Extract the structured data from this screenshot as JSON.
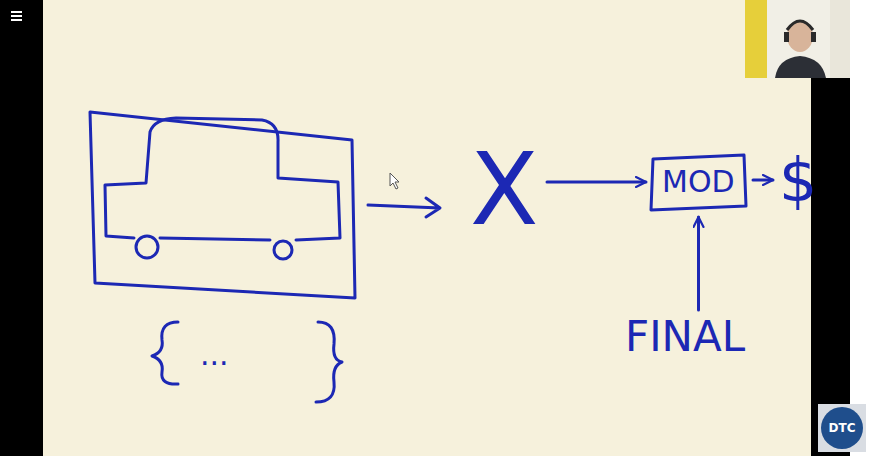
{
  "diagram": {
    "nodes": [
      {
        "text": [
          "X"
        ]
      },
      {
        "text": [
          "MOD"
        ]
      },
      {
        "text": [
          "$"
        ]
      },
      {
        "text": [
          "FINAL"
        ]
      }
    ],
    "edges": [
      {
        "from": 0,
        "to": 1,
        "arrow": "to"
      },
      {
        "from": 1,
        "to": 2,
        "arrow": "to"
      },
      {
        "from": 3,
        "to": 1,
        "arrow": "to"
      }
    ],
    "labels": [
      "...",
      "DTC"
    ]
  }
}
